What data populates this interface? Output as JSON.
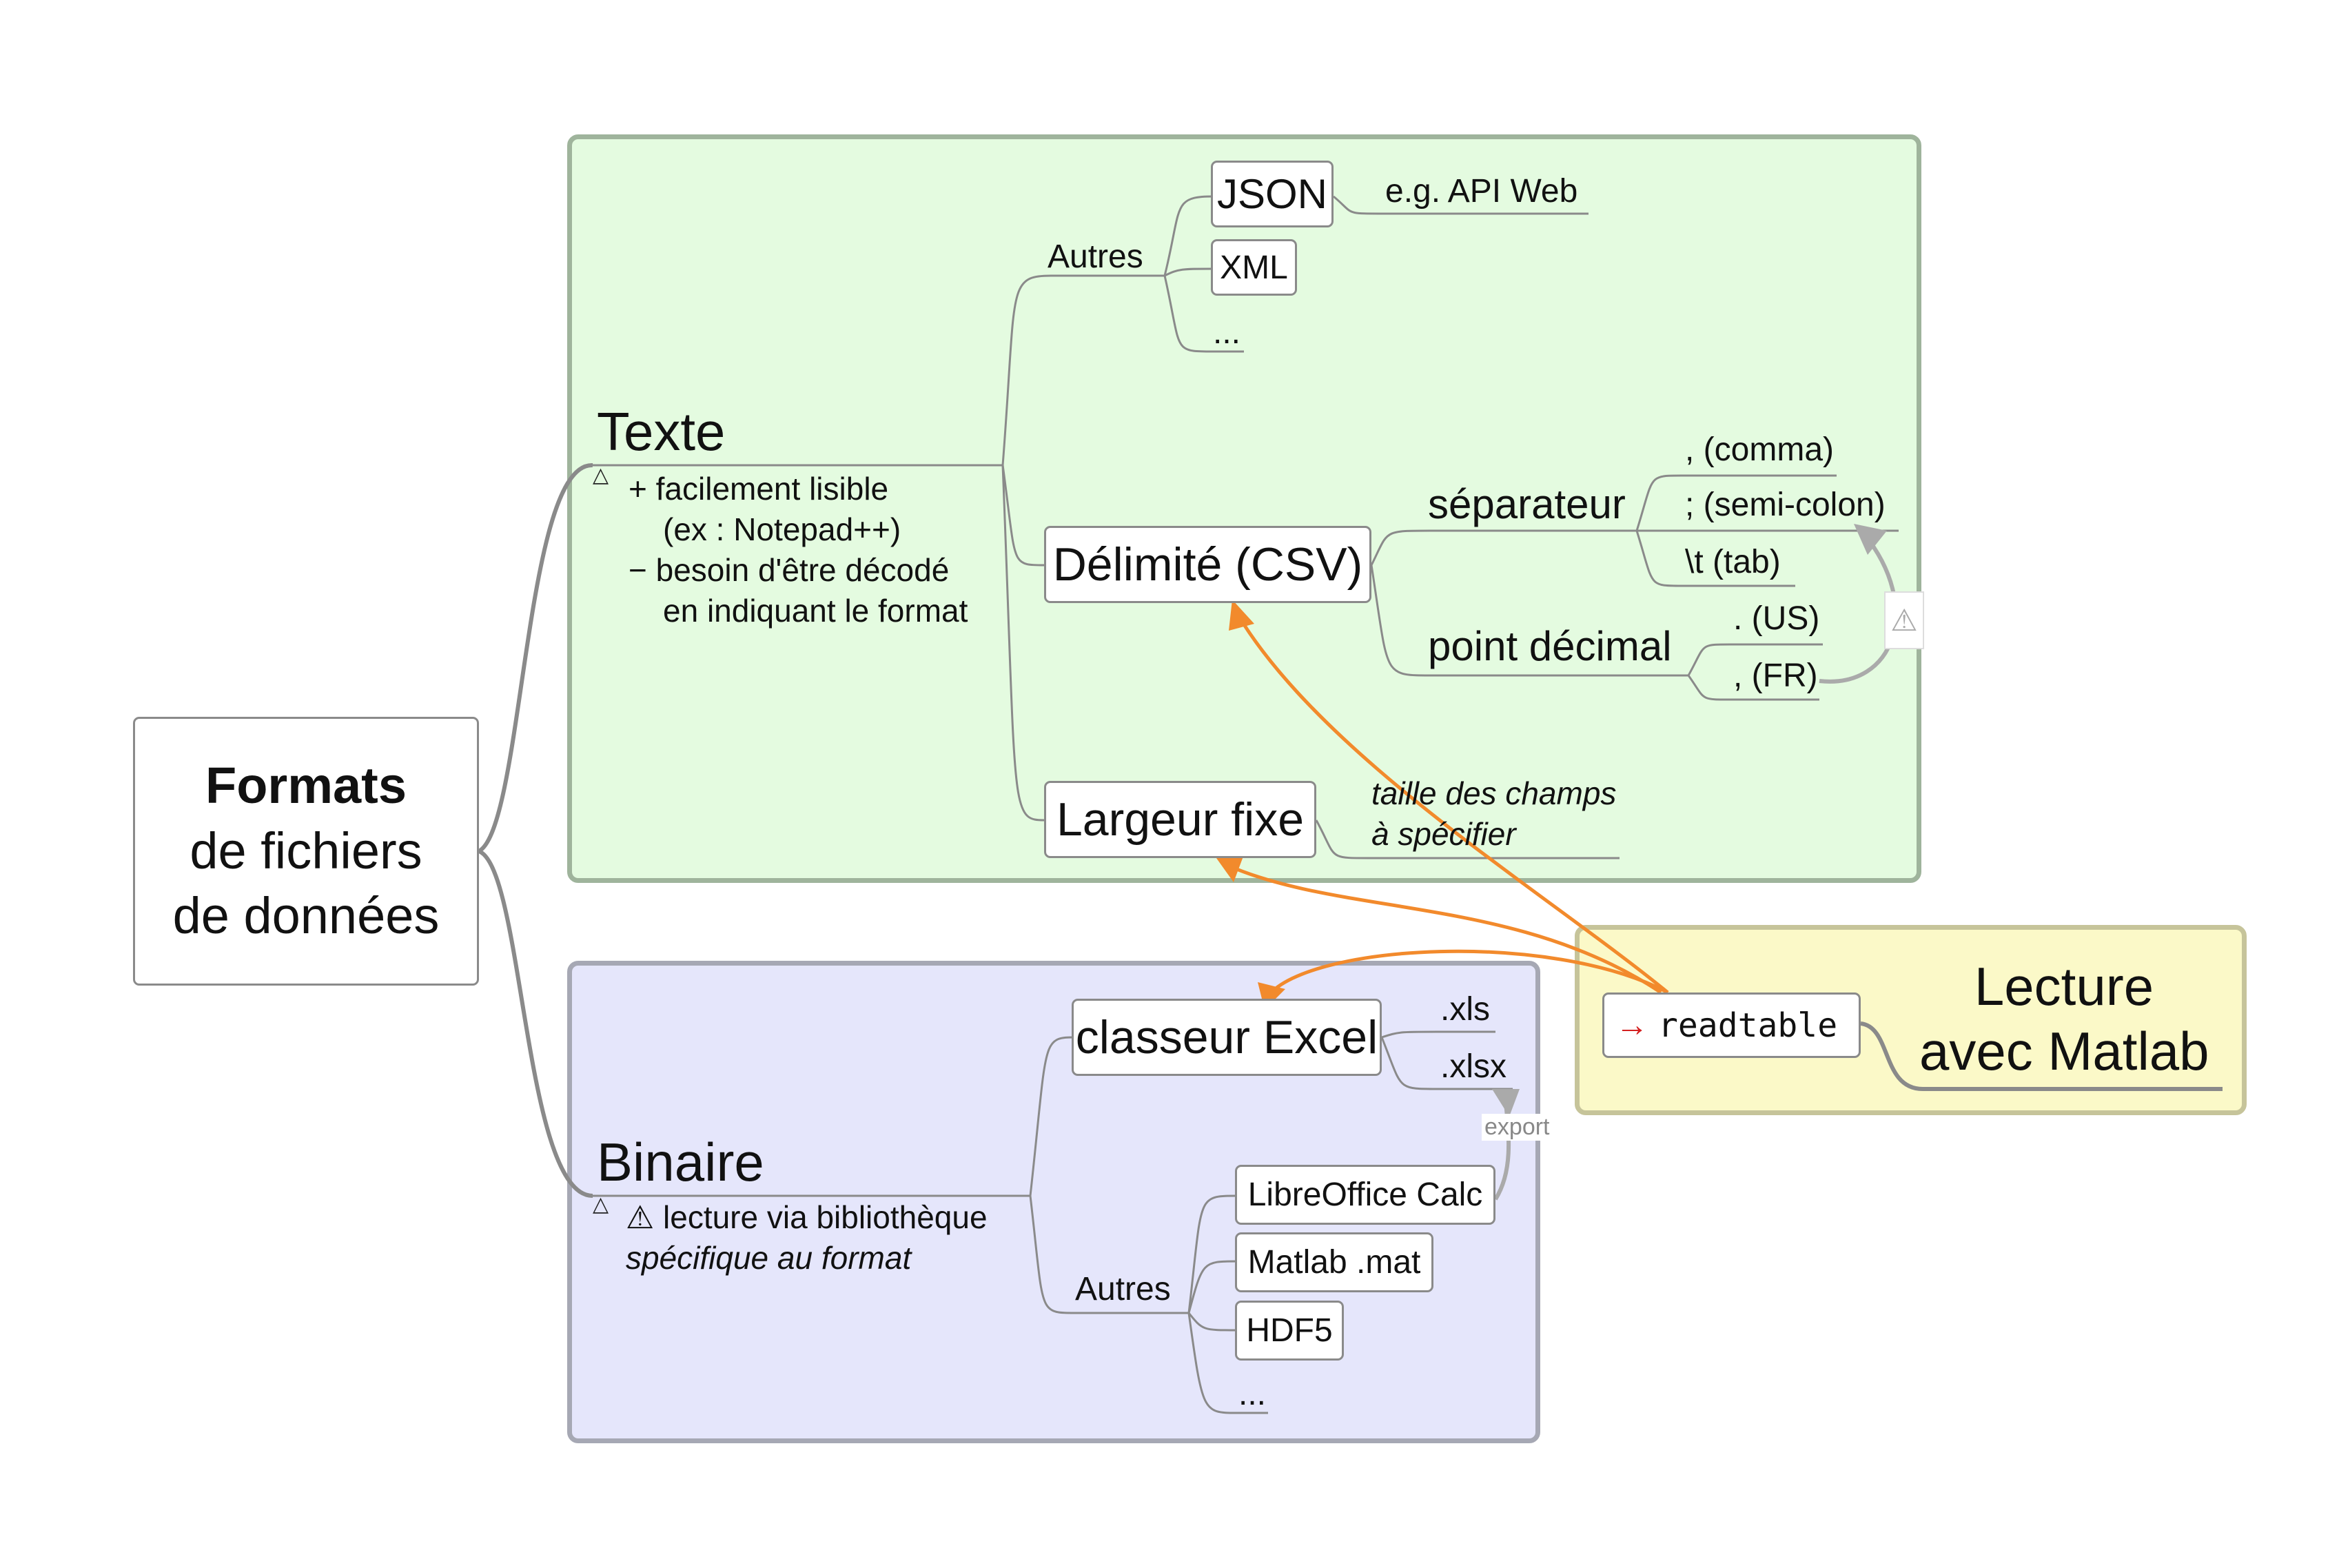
{
  "root": {
    "line1": "Formats",
    "line2": "de fichiers",
    "line3": "de données"
  },
  "texte": {
    "title": "Texte",
    "notes": [
      "+ facilement lisible",
      "(ex : Notepad++)",
      "− besoin d'être décodé",
      "en indiquant le format"
    ],
    "autres": {
      "label": "Autres",
      "items": [
        "JSON",
        "XML",
        "..."
      ],
      "json_note": "e.g. API Web"
    },
    "delimite": {
      "label": "Délimité (CSV)",
      "separateur": {
        "label": "séparateur",
        "options": [
          ", (comma)",
          "; (semi-colon)",
          "\\t (tab)"
        ]
      },
      "point_decimal": {
        "label": "point décimal",
        "options": [
          ". (US)",
          ", (FR)"
        ]
      }
    },
    "largeur_fixe": {
      "label": "Largeur fixe",
      "note_line1": "taille des champs",
      "note_line2": "à spécifier"
    }
  },
  "binaire": {
    "title": "Binaire",
    "note_line1": "⚠ lecture via bibliothèque",
    "note_line2": "spécifique au format",
    "excel": {
      "label": "classeur Excel",
      "formats": [
        ".xls",
        ".xlsx"
      ]
    },
    "autres": {
      "label": "Autres",
      "items": [
        "LibreOffice Calc",
        "Matlab .mat",
        "HDF5",
        "..."
      ]
    },
    "export_label": "export"
  },
  "lecture": {
    "line1": "Lecture",
    "line2": "avec Matlab",
    "function": "readtable",
    "function_icon": "→"
  },
  "warning_icon": "⚠",
  "colors": {
    "texte_bg": "#e4fbe0",
    "binaire_bg": "#e5e6fb",
    "lecture_bg": "#fbf9c8",
    "arrow": "#f28a2c",
    "line": "#888888"
  }
}
